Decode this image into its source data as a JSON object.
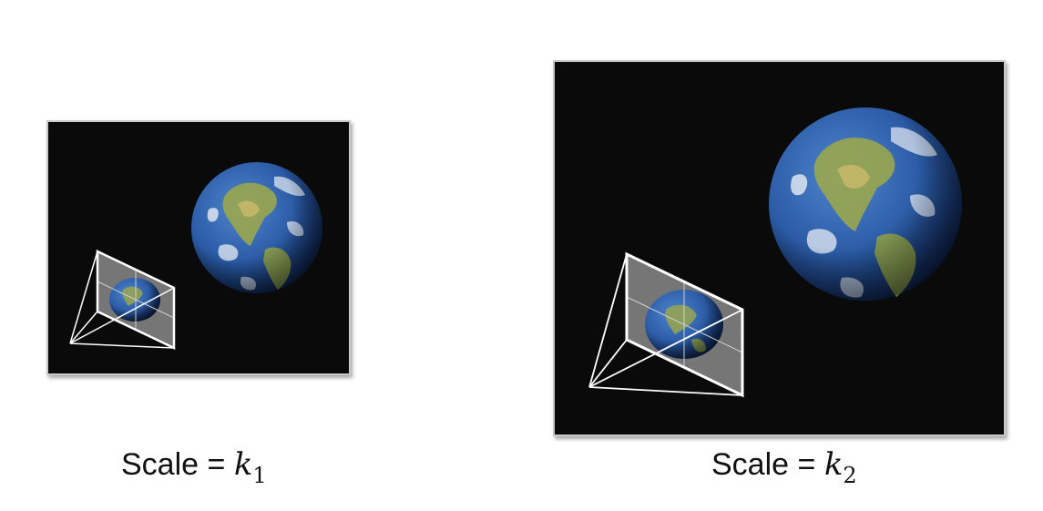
{
  "captions": [
    {
      "prefix": "Scale = ",
      "variable": "k",
      "subscript": "1"
    },
    {
      "prefix": "Scale = ",
      "variable": "k",
      "subscript": "2"
    }
  ],
  "colors": {
    "space": "#0a0a0a",
    "ocean": "#2f5fa8",
    "land": "#8ea04a",
    "clouds": "#e8eef5",
    "frustum": "#ffffff",
    "image_plane": "#8a8a8a"
  },
  "icons": [
    "earth-globe-icon",
    "camera-frustum-icon"
  ]
}
